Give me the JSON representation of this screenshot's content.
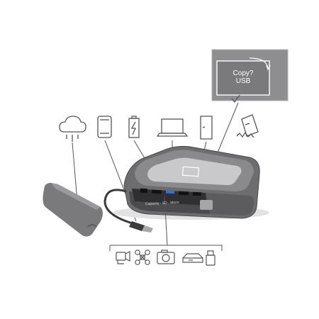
{
  "callout": {
    "title": "Copy?",
    "subtitle": "USB"
  },
  "device": {
    "port_label": "Capacity · SD · Micro"
  },
  "icons": {
    "top_row": [
      "cloud-icon",
      "smartphone-icon",
      "battery-charging-icon",
      "laptop-icon",
      "sd-card-icon",
      "cf-card-icon"
    ],
    "bottom_row": [
      "camcorder-icon",
      "drone-icon",
      "camera-icon",
      "hard-drive-icon",
      "usb-stick-icon"
    ]
  },
  "colors": {
    "body": "#6e6e70",
    "top_panel": "#c9c9cb",
    "callout_bg": "#8a8a8c",
    "line": "#555555"
  }
}
